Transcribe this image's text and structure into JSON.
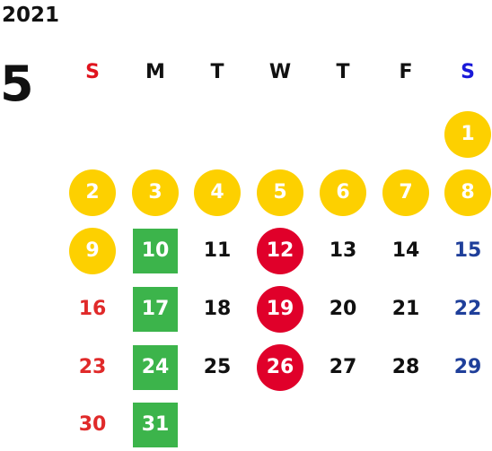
{
  "calendar": {
    "year": "2021",
    "month": "5",
    "weekdays": [
      {
        "label": "S",
        "color": "#e0141e"
      },
      {
        "label": "M",
        "color": "#111111"
      },
      {
        "label": "T",
        "color": "#111111"
      },
      {
        "label": "W",
        "color": "#111111"
      },
      {
        "label": "T",
        "color": "#111111"
      },
      {
        "label": "F",
        "color": "#111111"
      },
      {
        "label": "S",
        "color": "#1a1ad9"
      }
    ],
    "weeks": [
      [
        null,
        null,
        null,
        null,
        null,
        null,
        {
          "day": "1",
          "style": "holiday"
        }
      ],
      [
        {
          "day": "2",
          "style": "holiday"
        },
        {
          "day": "3",
          "style": "holiday"
        },
        {
          "day": "4",
          "style": "holiday"
        },
        {
          "day": "5",
          "style": "holiday"
        },
        {
          "day": "6",
          "style": "holiday"
        },
        {
          "day": "7",
          "style": "holiday"
        },
        {
          "day": "8",
          "style": "holiday"
        }
      ],
      [
        {
          "day": "9",
          "style": "holiday"
        },
        {
          "day": "10",
          "style": "green"
        },
        {
          "day": "11",
          "style": "plain"
        },
        {
          "day": "12",
          "style": "red"
        },
        {
          "day": "13",
          "style": "plain"
        },
        {
          "day": "14",
          "style": "plain"
        },
        {
          "day": "15",
          "style": "saturday"
        }
      ],
      [
        {
          "day": "16",
          "style": "sunday"
        },
        {
          "day": "17",
          "style": "green"
        },
        {
          "day": "18",
          "style": "plain"
        },
        {
          "day": "19",
          "style": "red"
        },
        {
          "day": "20",
          "style": "plain"
        },
        {
          "day": "21",
          "style": "plain"
        },
        {
          "day": "22",
          "style": "saturday"
        }
      ],
      [
        {
          "day": "23",
          "style": "sunday"
        },
        {
          "day": "24",
          "style": "green"
        },
        {
          "day": "25",
          "style": "plain"
        },
        {
          "day": "26",
          "style": "red"
        },
        {
          "day": "27",
          "style": "plain"
        },
        {
          "day": "28",
          "style": "plain"
        },
        {
          "day": "29",
          "style": "saturday"
        }
      ],
      [
        {
          "day": "30",
          "style": "sunday"
        },
        {
          "day": "31",
          "style": "green"
        },
        null,
        null,
        null,
        null,
        null
      ]
    ]
  },
  "colors": {
    "holiday_fill": "#fdd000",
    "holiday_text": "#ffffff",
    "green_fill": "#3cb44b",
    "green_text": "#ffffff",
    "red_fill": "#e0002a",
    "red_text": "#ffffff",
    "plain_text": "#111111",
    "sunday_text": "#e02a2a",
    "saturday_text": "#1f3f9a"
  }
}
